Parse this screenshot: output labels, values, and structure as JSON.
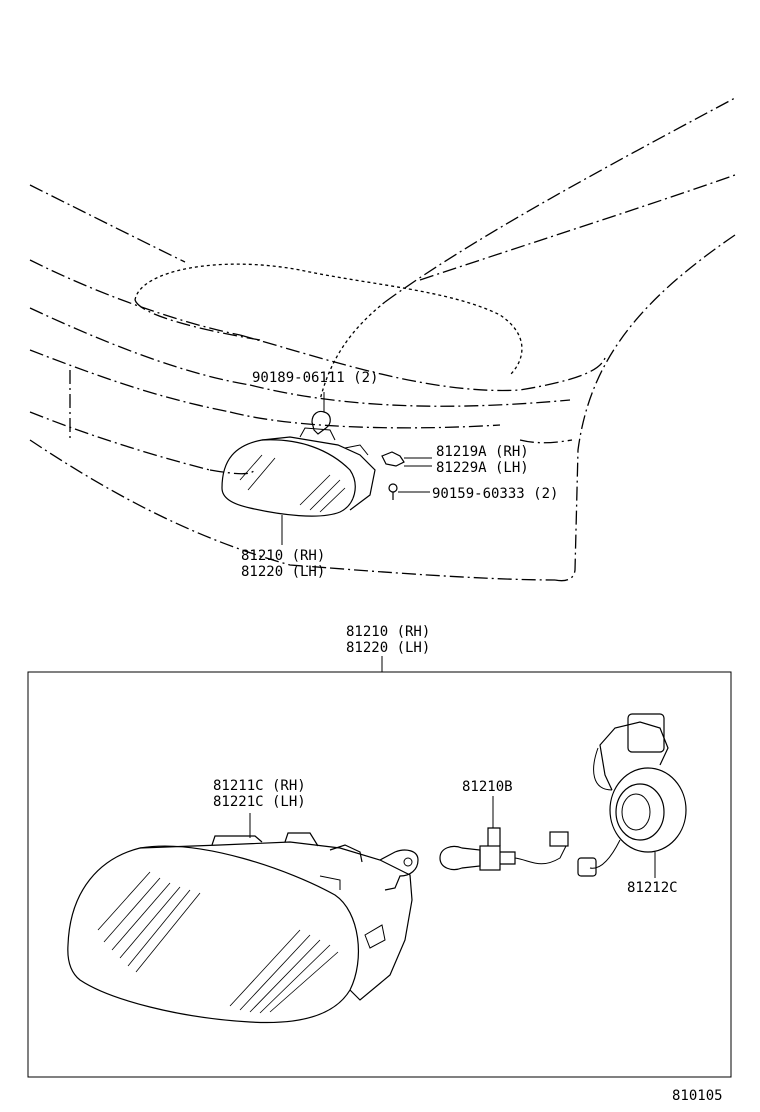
{
  "overview": {
    "part_clip": "90189-06111 (2)",
    "bracket_rh": "81219A (RH)",
    "bracket_lh": "81229A (LH)",
    "screw": "90159-60333 (2)",
    "lamp_rh": "81210 (RH)",
    "lamp_lh": "81220 (LH)"
  },
  "detail": {
    "assy_rh": "81210 (RH)",
    "assy_lh": "81220 (LH)",
    "unit_rh": "81211C (RH)",
    "unit_lh": "81221C (LH)",
    "bulb": "81210B",
    "socket": "81212C"
  },
  "footer": {
    "drawing_number": "810105"
  }
}
